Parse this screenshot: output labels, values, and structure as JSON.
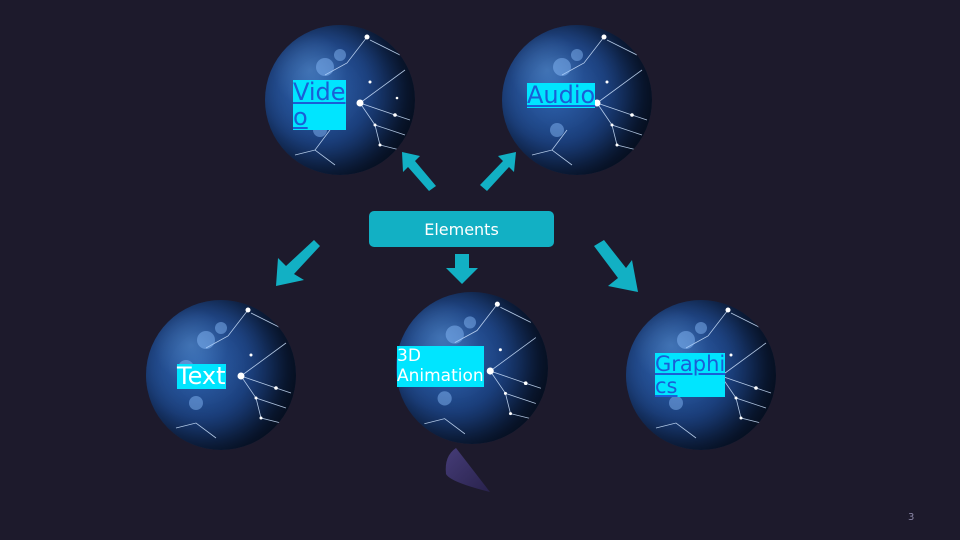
{
  "slide": {
    "page_number": "3",
    "background_color": "#1d1a2c",
    "accent_color": "#12b0c4",
    "label_highlight_color": "#00e5ff",
    "link_color": "#1a5fd6"
  },
  "center": {
    "label": "Elements"
  },
  "nodes": [
    {
      "id": "video",
      "line1": "Vide",
      "line2": "o"
    },
    {
      "id": "audio",
      "line1": "Audio"
    },
    {
      "id": "text",
      "line1": "Text"
    },
    {
      "id": "animation",
      "line1": "3D",
      "line2": "Animation"
    },
    {
      "id": "graphics",
      "line1": "Graphi",
      "line2": "cs"
    }
  ],
  "icons": {
    "arrows": [
      "arrow-up-left-icon",
      "arrow-up-right-icon",
      "arrow-down-left-icon",
      "arrow-down-icon",
      "arrow-down-right-icon"
    ],
    "orb_image": "network-globe-image",
    "cone": "cone-shape"
  }
}
